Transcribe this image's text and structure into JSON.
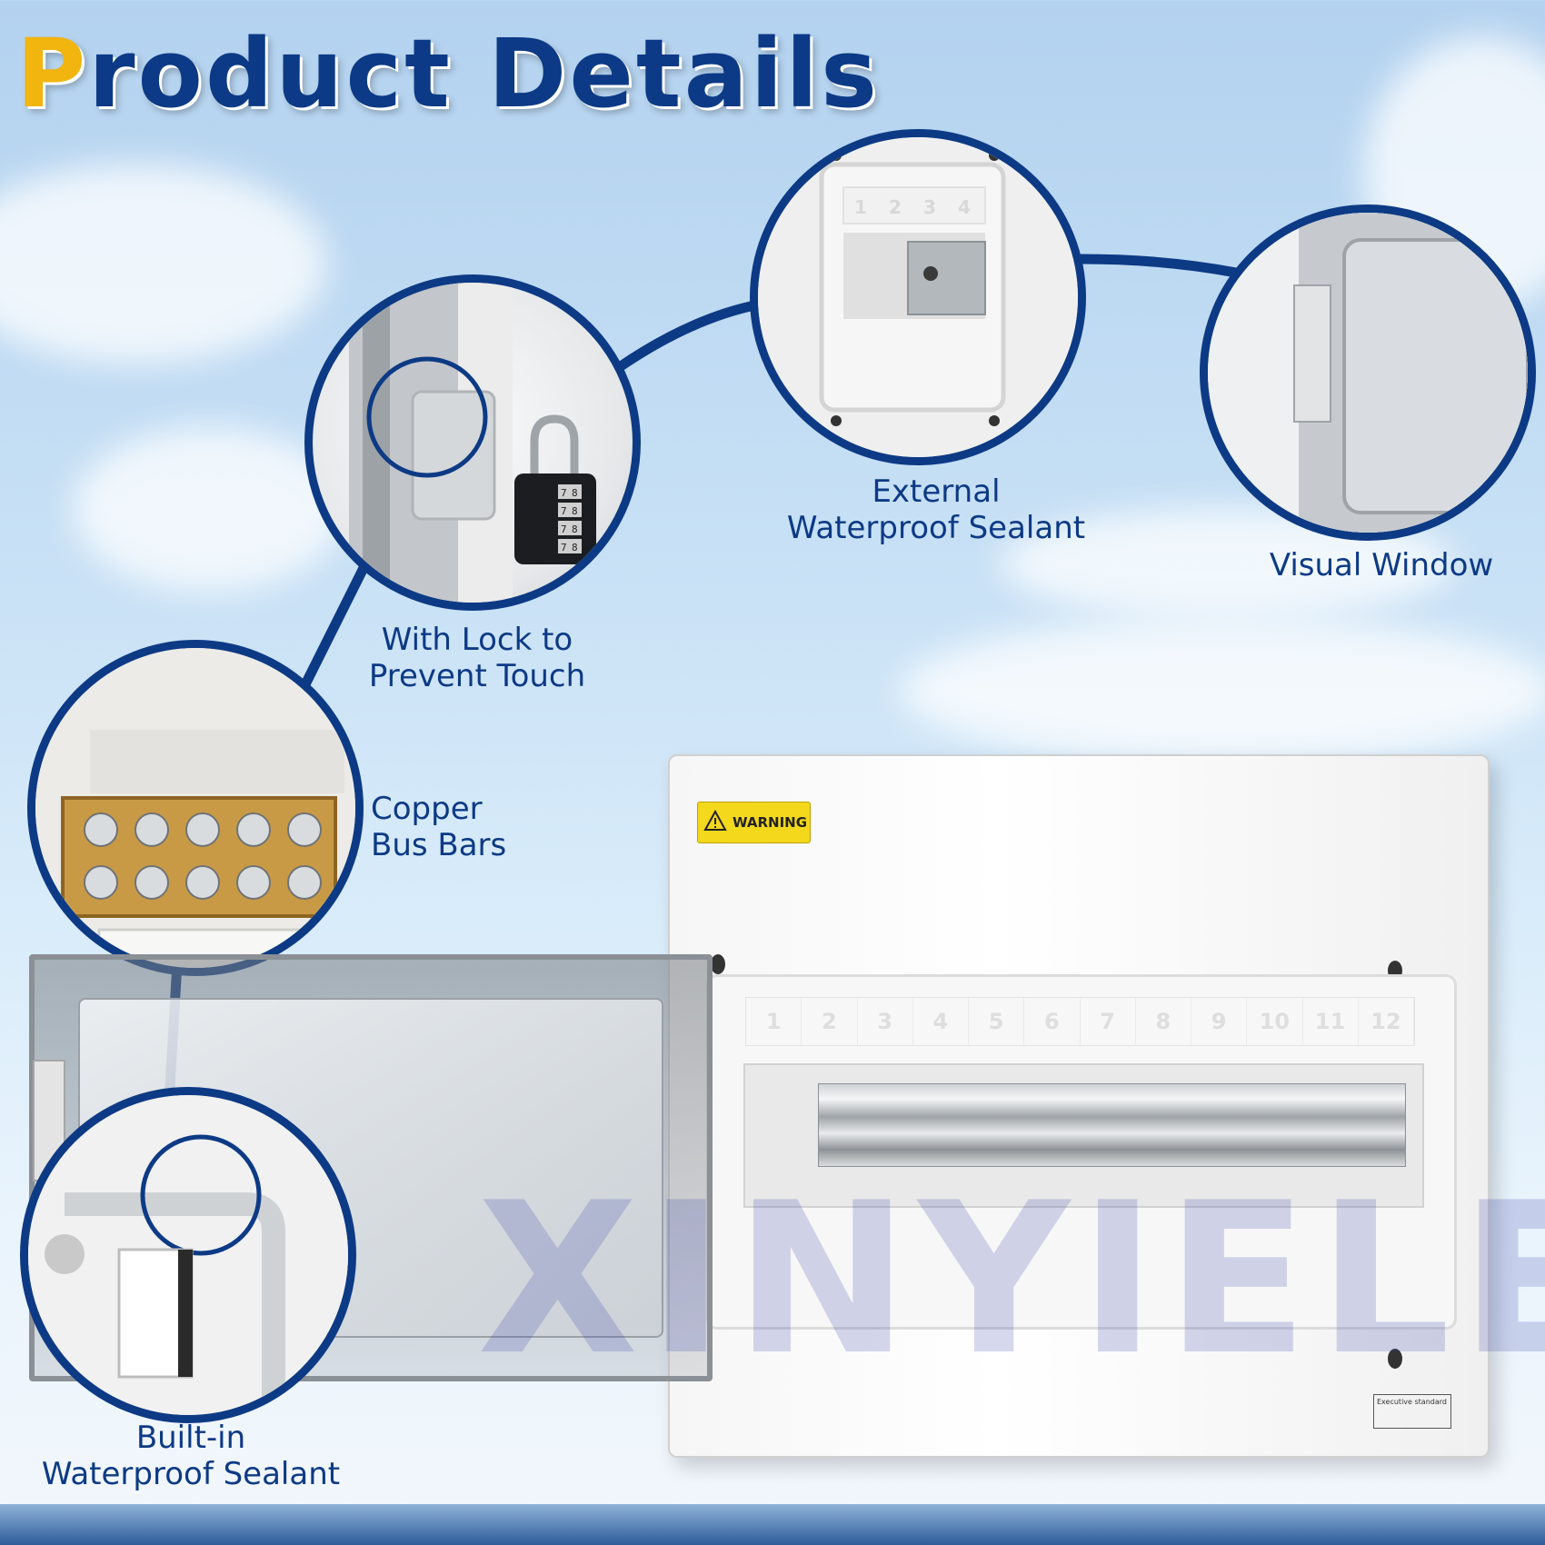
{
  "header": {
    "title_first_letter": "P",
    "title_rest": "roduct Details"
  },
  "features": {
    "lock": {
      "line1": "With Lock to",
      "line2": "Prevent Touch"
    },
    "external_sealant": {
      "line1": "External",
      "line2": "Waterproof Sealant"
    },
    "visual_window": {
      "line1": "Visual Window"
    },
    "bus_bars": {
      "line1": "Copper",
      "line2": "Bus Bars"
    },
    "builtin_sealant": {
      "line1": "Built-in",
      "line2": "Waterproof Sealant"
    }
  },
  "product": {
    "warning_label": "WARNING",
    "slot_numbers": [
      "1",
      "2",
      "3",
      "4",
      "5",
      "6",
      "7",
      "8",
      "9",
      "10",
      "11",
      "12"
    ],
    "closeup_slot_numbers": [
      "1",
      "2",
      "3",
      "4"
    ],
    "padlock_digits": [
      "7",
      "8"
    ],
    "standard_label_title": "Executive standard"
  },
  "brand": {
    "watermark": "XINYIELE"
  },
  "colors": {
    "accent_navy": "#0d3a85",
    "title_gold": "#f2b40f",
    "warning_yellow": "#f3d81b"
  }
}
